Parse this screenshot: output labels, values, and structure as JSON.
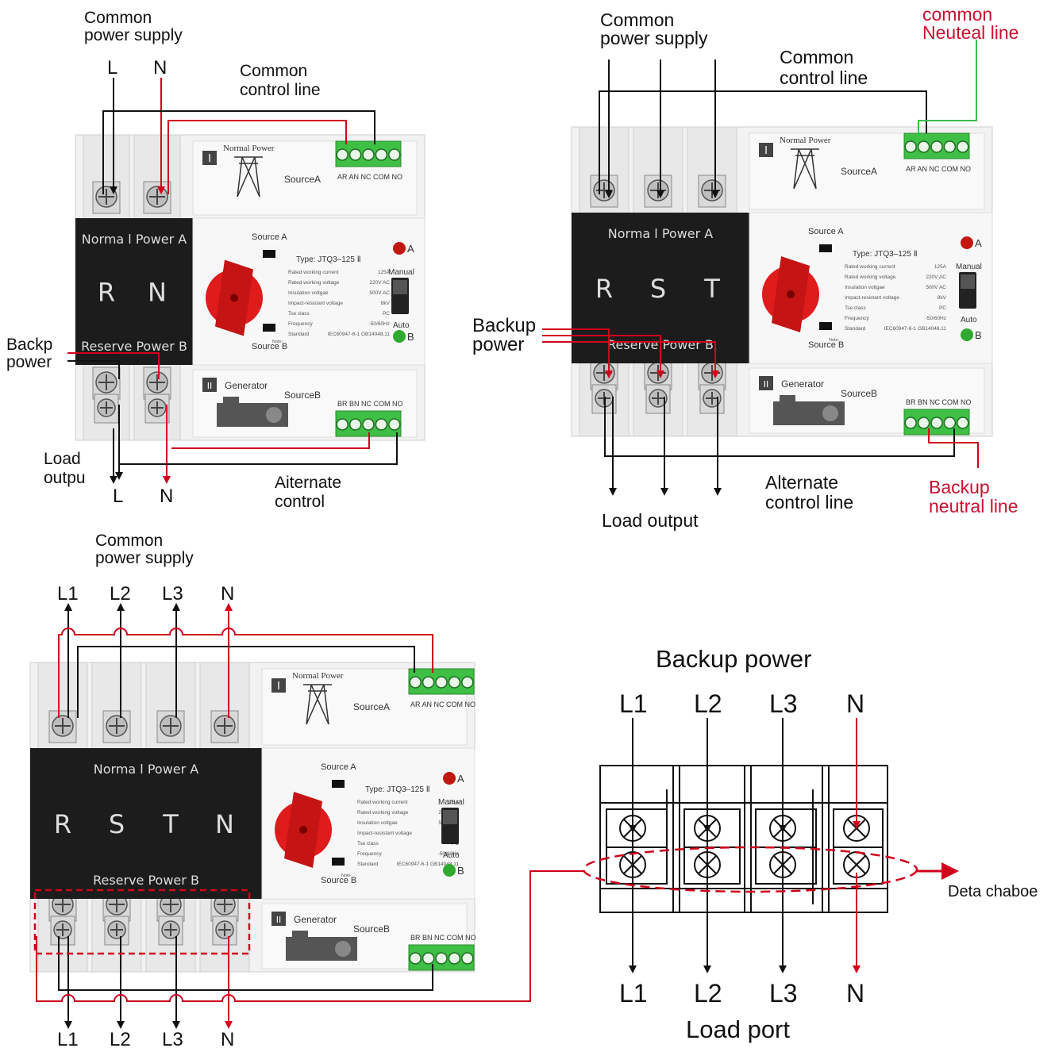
{
  "colors": {
    "wire_black": "#111111",
    "wire_red": "#d0021b",
    "wire_green": "#3cbf4a",
    "terminal_green": "#3fbf45",
    "handle_red": "#e01b1b",
    "panel_black": "#1c1c1c",
    "body_white": "#f2f2f2"
  },
  "device": {
    "source_a_panel": "Normal Power",
    "source_a_label": "SourceA",
    "source_b_panel": "Generator",
    "source_b_label": "SourceB",
    "top_terminal_labels": "AR AN  NC COM NO",
    "bottom_terminal_labels": "BR BN NC COM NO",
    "knob_source_a": "Source A",
    "knob_source_b": "Source B",
    "indicator_a": "A",
    "indicator_b": "B",
    "manual": "Manual",
    "auto": "Auto",
    "roman_1": "I",
    "roman_2": "II",
    "type": "Type:  JTQ3–125  Ⅱ",
    "note": "Note:",
    "spec_labels": [
      "Rated working current",
      "Rated working voltage",
      "Insulation voltgae",
      "Impact-resistant voltage",
      "Tse class",
      "Frequency",
      "Standard"
    ],
    "spec_values": [
      "125A",
      "220V AC",
      "500V AC",
      "8kV",
      "PC",
      "-50/60Hz",
      "IEC60947-6-1 GB14048.11"
    ],
    "panel_normal_power": "Norma l  Power   A",
    "panel_reserve_power": "Reserve  Power  B"
  },
  "panel1": {
    "phase_letters": [
      "R",
      "N"
    ],
    "common_power_supply": [
      "Common",
      "power supply"
    ],
    "supply_L": "L",
    "supply_N": "N",
    "common_control_line": [
      "Common",
      "control line"
    ],
    "backup_power": [
      "Backp",
      "power"
    ],
    "load_output": [
      "Load",
      "outpu"
    ],
    "load_L": "L",
    "load_N": "N",
    "alternate_control": [
      "Aiternate",
      "control"
    ]
  },
  "panel2": {
    "phase_letters": [
      "R",
      "S",
      "T"
    ],
    "common_power_supply": [
      "Common",
      "power supply"
    ],
    "common_control_line": [
      "Common",
      "control line"
    ],
    "common_neutral_line": [
      "common",
      "Neuteal line"
    ],
    "backup_power": [
      "Backup",
      "power"
    ],
    "load_output": "Load output",
    "alternate_control_line": [
      "Alternate",
      "control line"
    ],
    "backup_neutral_line": [
      "Backup",
      "neutral line"
    ]
  },
  "panel3": {
    "phase_letters": [
      "R",
      "S",
      "T",
      "N"
    ],
    "common_power_supply": [
      "Common",
      "power supply"
    ],
    "supply_labels": [
      "L1",
      "L2",
      "L3",
      "N"
    ],
    "load_labels": [
      "L1",
      "L2",
      "L3",
      "N"
    ]
  },
  "panel4": {
    "backup_power": "Backup power",
    "top_labels": [
      "L1",
      "L2",
      "L3",
      "N"
    ],
    "bottom_labels": [
      "L1",
      "L2",
      "L3",
      "N"
    ],
    "load_port": "Load port",
    "detachable": "Deta chaboe"
  }
}
